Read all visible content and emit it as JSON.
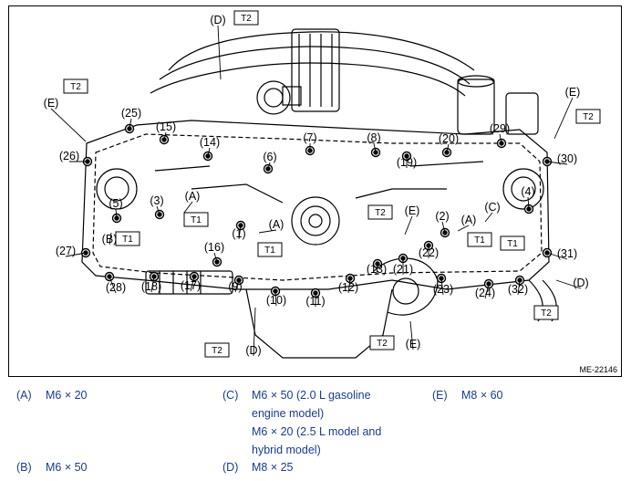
{
  "figure": {
    "id": "ME-22146",
    "callouts": [
      "(1)",
      "(2)",
      "(3)",
      "(4)",
      "(5)",
      "(6)",
      "(7)",
      "(8)",
      "(9)",
      "(10)",
      "(11)",
      "(12)",
      "(13)",
      "(14)",
      "(15)",
      "(16)",
      "(17)",
      "(18)",
      "(19)",
      "(20)",
      "(21)",
      "(22)",
      "(23)",
      "(24)",
      "(25)",
      "(26)",
      "(27)",
      "(28)",
      "(29)",
      "(30)",
      "(31)",
      "(32)"
    ],
    "letter_callouts": [
      "(A)",
      "(A)",
      "(A)",
      "(B)",
      "(C)",
      "(D)",
      "(D)",
      "(D)",
      "(E)",
      "(E)",
      "(E)",
      "(E)"
    ],
    "torque_tags": [
      "T1",
      "T1",
      "T1",
      "T1",
      "T1",
      "T2",
      "T2",
      "T2",
      "T2",
      "T2",
      "T2",
      "T2"
    ]
  },
  "legend": [
    {
      "key": "(A)",
      "lines": [
        "M6 × 20"
      ]
    },
    {
      "key": "(C)",
      "lines": [
        "M6 × 50 (2.0 L gasoline",
        "engine model)",
        "M6 × 20 (2.5 L model and",
        "hybrid model)"
      ]
    },
    {
      "key": "(E)",
      "lines": [
        "M8 × 60"
      ]
    },
    {
      "key": "(B)",
      "lines": [
        "M6 × 50"
      ]
    },
    {
      "key": "(D)",
      "lines": [
        "M8 × 25"
      ]
    }
  ]
}
